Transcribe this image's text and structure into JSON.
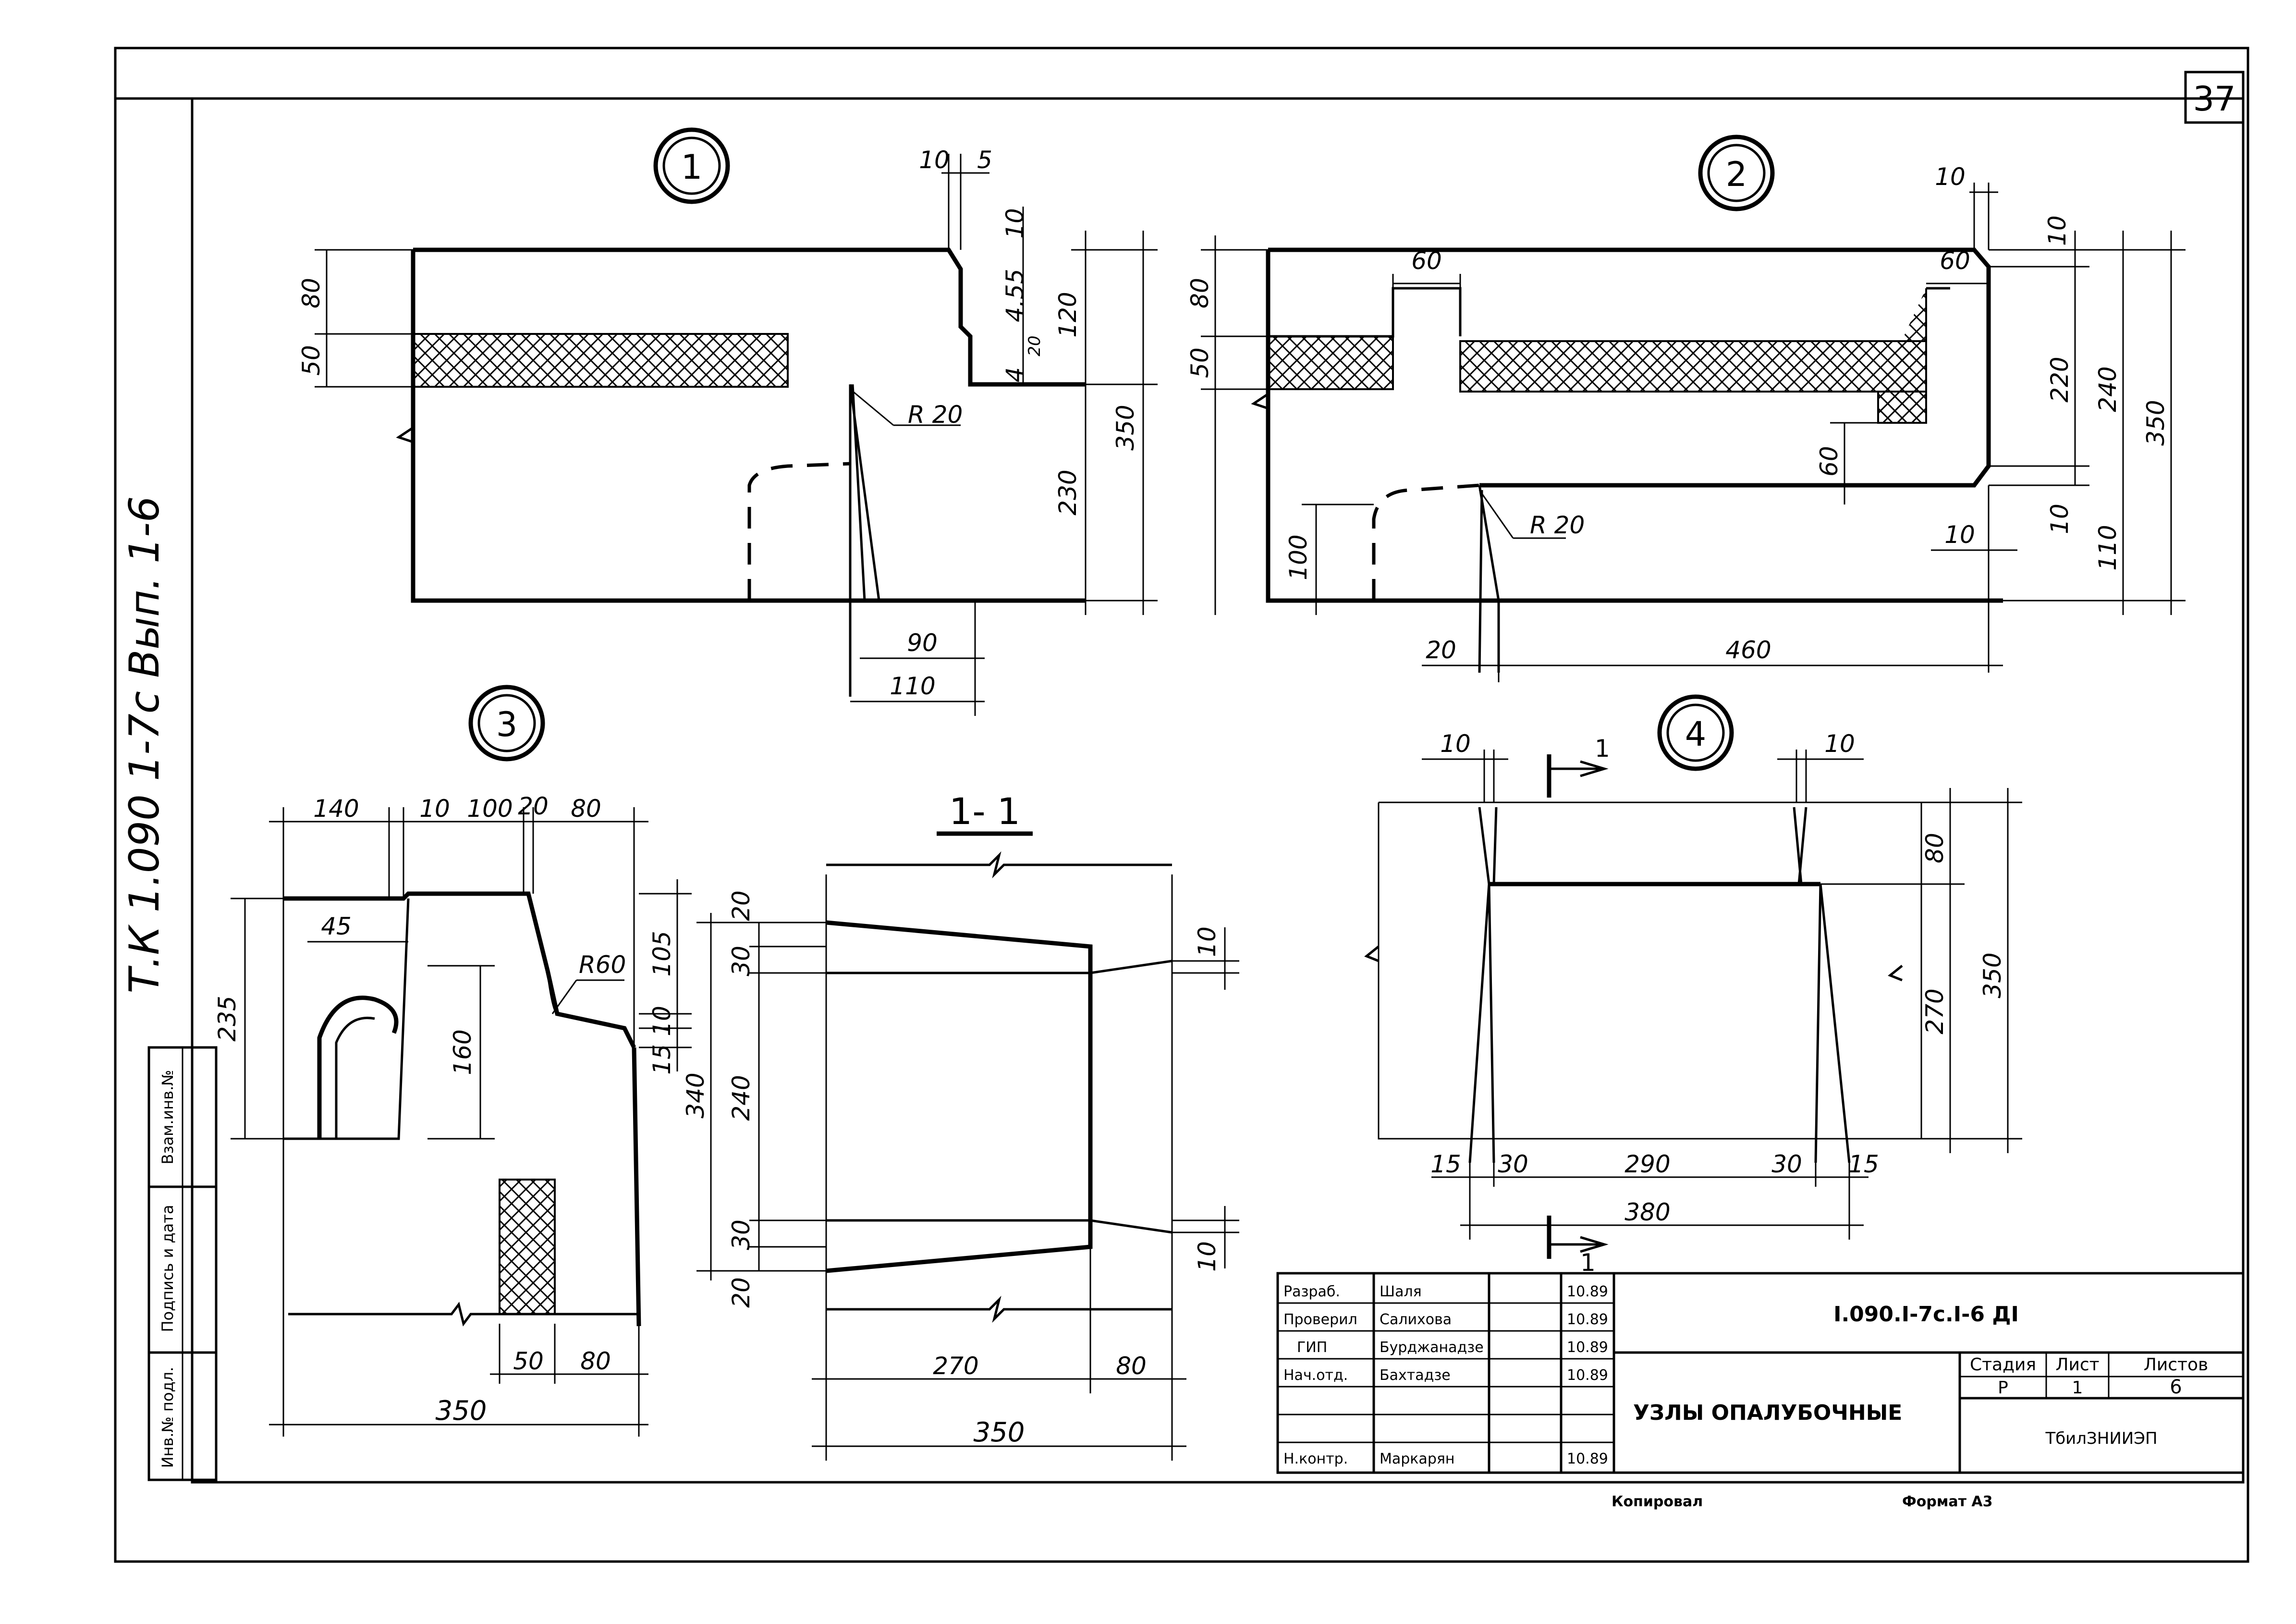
{
  "sheet_number": "37",
  "side_stamp": "Т.К 1.090 1-7с Вып. 1-6",
  "side_fields": [
    "Инв.№ подл.",
    "Подпись и дата",
    "Взам.инв.№"
  ],
  "details": {
    "d1": {
      "marker": "1",
      "dims": [
        "10",
        "5",
        "10",
        "4.55",
        "20",
        "4",
        "120",
        "80",
        "50",
        "350",
        "230",
        "R 20",
        "90",
        "110"
      ]
    },
    "d2": {
      "marker": "2",
      "dims": [
        "10",
        "10",
        "60",
        "60",
        "80",
        "50",
        "220",
        "240",
        "350",
        "60",
        "10",
        "110",
        "100",
        "R 20",
        "10",
        "20",
        "460"
      ]
    },
    "d3": {
      "marker": "3",
      "dims": [
        "140",
        "10",
        "100",
        "20",
        "80",
        "45",
        "235",
        "R60",
        "105",
        "160",
        "10",
        "15",
        "50",
        "80",
        "350"
      ]
    },
    "s11": {
      "label": "1- 1",
      "dims": [
        "20",
        "30",
        "10",
        "240",
        "340",
        "30",
        "20",
        "10",
        "270",
        "80",
        "350"
      ]
    },
    "d4": {
      "marker": "4",
      "section_mark": "1",
      "dims": [
        "10",
        "10",
        "80",
        "270",
        "350",
        "15",
        "30",
        "290",
        "30",
        "15",
        "380"
      ]
    }
  },
  "title_block": {
    "rows": [
      {
        "role": "Разраб.",
        "name": "Шаля",
        "date": "10.89"
      },
      {
        "role": "Проверил",
        "name": "Салихова",
        "date": "10.89"
      },
      {
        "role": "ГИП",
        "name": "Бурджанадзе",
        "date": "10.89"
      },
      {
        "role": "Нач.отд.",
        "name": "Бахтадзе",
        "date": "10.89"
      },
      {
        "role": "",
        "name": "",
        "date": ""
      },
      {
        "role": "",
        "name": "",
        "date": ""
      },
      {
        "role": "Н.контр.",
        "name": "Маркарян",
        "date": "10.89"
      }
    ],
    "designation": "I.090.I-7c.I-6 ДI",
    "title": "УЗЛЫ ОПАЛУБОЧНЫЕ",
    "stage_header": "Стадия",
    "sheet_header": "Лист",
    "sheets_header": "Листов",
    "stage": "Р",
    "sheet": "1",
    "sheets": "6",
    "organization": "ТбилЗНИИЭП",
    "copied": "Копировал",
    "format": "Формат А3"
  }
}
